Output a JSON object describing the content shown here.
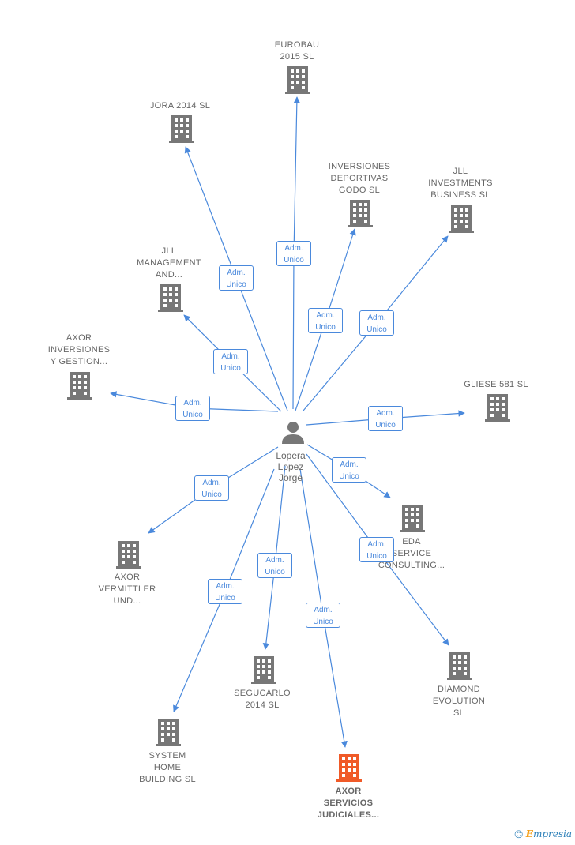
{
  "center": {
    "label": "Lopera\nLopez\nJorge"
  },
  "role_label": "Adm.\nUnico",
  "colors": {
    "edge": "#4a89dc",
    "building": "#777777",
    "building_highlight": "#f05a28"
  },
  "nodes": [
    {
      "id": "eurobau",
      "label": "EUROBAU\n2015  SL",
      "highlight": false
    },
    {
      "id": "jora",
      "label": "JORA 2014  SL",
      "highlight": false
    },
    {
      "id": "inversiones-deportivas",
      "label": "INVERSIONES\nDEPORTIVAS\nGODO SL",
      "highlight": false
    },
    {
      "id": "jll-investments",
      "label": "JLL\nINVESTMENTS\nBUSINESS  SL",
      "highlight": false
    },
    {
      "id": "jll-management",
      "label": "JLL\nMANAGEMENT\nAND...",
      "highlight": false
    },
    {
      "id": "axor-inversiones",
      "label": "AXOR\nINVERSIONES\nY GESTION...",
      "highlight": false
    },
    {
      "id": "gliese",
      "label": "GLIESE 581 SL",
      "highlight": false
    },
    {
      "id": "eda",
      "label": "EDA\nSERVICE\nCONSULTING...",
      "highlight": false
    },
    {
      "id": "axor-vermittler",
      "label": "AXOR\nVERMITTLER\nUND...",
      "highlight": false
    },
    {
      "id": "diamond",
      "label": "DIAMOND\nEVOLUTION\nSL",
      "highlight": false
    },
    {
      "id": "segucarlo",
      "label": "SEGUCARLO\n2014  SL",
      "highlight": false
    },
    {
      "id": "system-home",
      "label": "SYSTEM\nHOME\nBUILDING  SL",
      "highlight": false
    },
    {
      "id": "axor-servicios",
      "label": "AXOR\nSERVICIOS\nJUDICIALES...",
      "highlight": true
    }
  ],
  "footer": {
    "copyright": "©",
    "brand_first": "E",
    "brand_rest": "mpresia"
  }
}
